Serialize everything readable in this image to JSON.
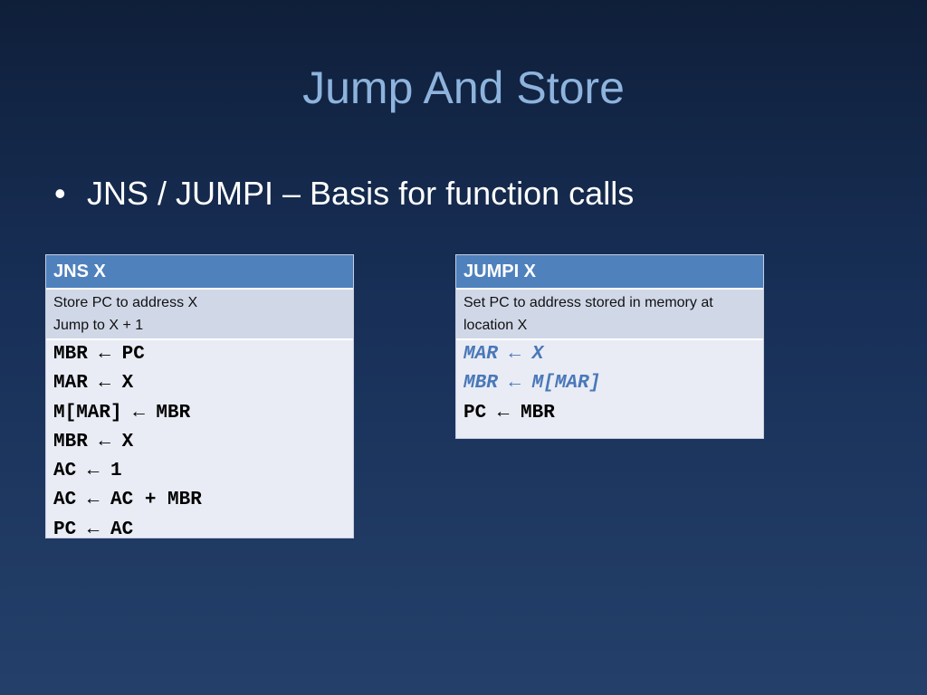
{
  "slide": {
    "title": "Jump And Store",
    "bullet": "•",
    "bullet_text": "JNS / JUMPI – Basis for function calls"
  },
  "colors": {
    "title": "#8eb3dd",
    "table_header": "#4f81bd",
    "table_desc_bg": "#d0d8e8",
    "table_body_bg": "#e9ecf5",
    "italic_op": "#4a78b8"
  },
  "jns_table": {
    "header": "JNS X",
    "desc": [
      "Store PC to address X",
      "Jump to X + 1"
    ],
    "ops": [
      "MBR ← PC",
      "MAR ← X",
      "M[MAR] ← MBR",
      "MBR ← X",
      "AC ← 1",
      "AC ← AC + MBR",
      "PC ← AC"
    ]
  },
  "jumpi_table": {
    "header": "JUMPI X",
    "desc": [
      "Set PC to address stored in memory at",
      "location X"
    ],
    "ops": [
      "MAR ← X",
      "MBR ← M[MAR]",
      "PC ← MBR"
    ]
  }
}
